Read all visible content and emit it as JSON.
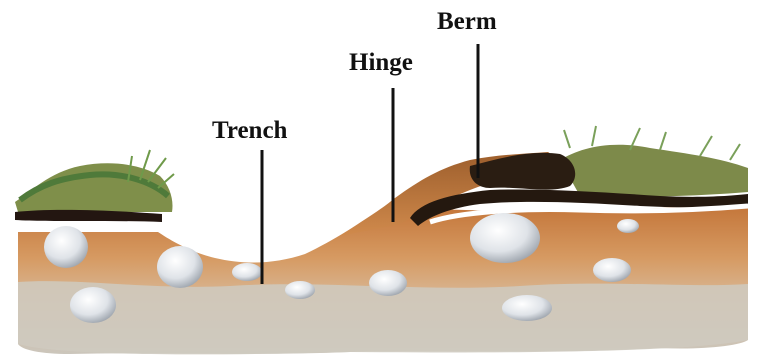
{
  "labels": {
    "trench": "Trench",
    "hinge": "Hinge",
    "berm": "Berm"
  },
  "colors": {
    "topsoil_orange": "#cf8a4d",
    "subsoil_gray": "#cdc8bd",
    "sod_green": "#7a9a55",
    "dark_soil_layer": "#2b1d14",
    "rock": "#e4e6ea"
  }
}
